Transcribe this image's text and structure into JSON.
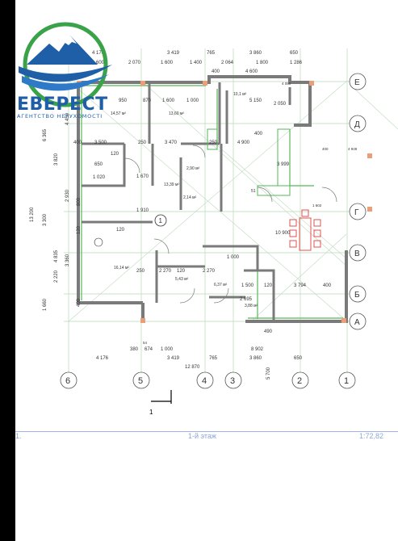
{
  "logo": {
    "name": "ЕВЕРЕСТ",
    "tagline": "АГЕНТСТВО НЕРУХОМОСТІ"
  },
  "footer": {
    "left": "1.",
    "center": "1-й этаж",
    "right": "1:72,82"
  },
  "axes": {
    "columns": [
      "6",
      "5",
      "4",
      "3",
      "2",
      "1"
    ],
    "rows": [
      "Е",
      "Д",
      "Г",
      "В",
      "Б",
      "А"
    ]
  },
  "section_mark": "1",
  "center_mark": "1",
  "dims_top": {
    "row1": [
      "4 176",
      "3 419",
      "765",
      "3 860",
      "650"
    ],
    "row2": [
      "1 600",
      "2 070",
      "1 600",
      "1 400",
      "2 064",
      "1 800",
      "1 286"
    ],
    "row3": [
      "400",
      "4 600"
    ]
  },
  "dims_bottom": {
    "row1": [
      "380",
      "674",
      "1 000",
      "8 902"
    ],
    "row2": [
      "4 176",
      "3 419",
      "765",
      "3 860",
      "650"
    ],
    "total": "12 870",
    "extra": "5 700",
    "small": "54"
  },
  "dims_left": {
    "outer": "13 200",
    "col1": [
      "6 365",
      "3 300",
      "1 660"
    ],
    "col2": [
      "3 820",
      "4 835",
      "2 220"
    ],
    "col3": [
      "4 450",
      "2 930",
      "3 360"
    ],
    "col4": [
      "800",
      "120",
      "400"
    ]
  },
  "dims_inner": [
    "950",
    "870",
    "1 600",
    "1 000",
    "400",
    "3 500",
    "250",
    "3 470",
    "250",
    "4 900",
    "1 020",
    "650",
    "120",
    "1 670",
    "1 910",
    "2 270",
    "120",
    "2 270",
    "1 000",
    "1 500",
    "120",
    "3 794",
    "400",
    "2 695",
    "2 050",
    "5 150",
    "3 999",
    "10 900",
    "1 602",
    "4 949",
    "400",
    "4 050",
    "400",
    "250",
    "120",
    "490"
  ],
  "areas": [
    "14,57 м²",
    "13,60 м²",
    "10,1 м²",
    "2,90 м²",
    "13,39 м²",
    "2,14 м²",
    "51",
    "16,14 м²",
    "5,43 м²",
    "6,37 м²",
    "3,88 м²"
  ],
  "colors": {
    "wall": "#7a7a7a",
    "green": "#56b857",
    "grid": "#b8d8b8",
    "dim": "#333333",
    "furniture": "#e05050",
    "logo": "#1f5fa8"
  }
}
